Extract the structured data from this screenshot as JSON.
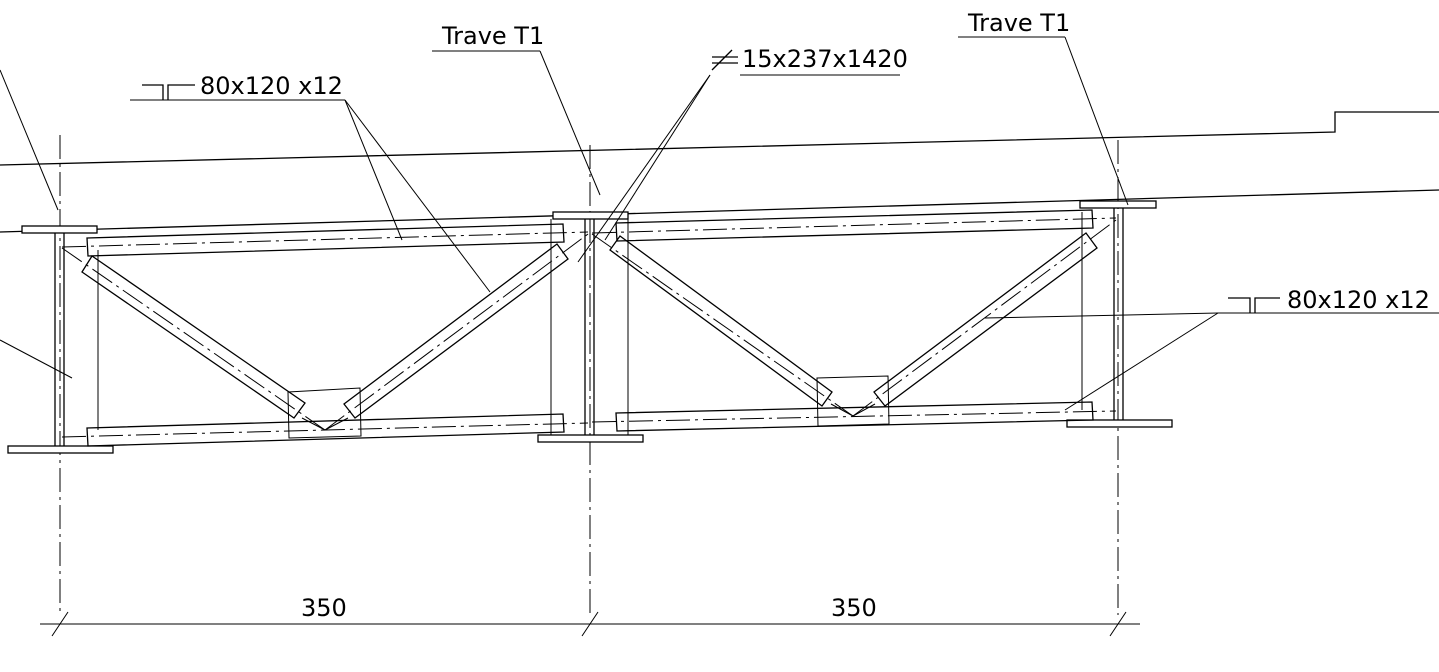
{
  "labels": {
    "trave_left": "Trave T1",
    "trave_right": "Trave T1",
    "angle_left": "80x120 x12",
    "plate": "15x237x1420",
    "angle_right": "80x120 x12"
  },
  "dimensions": {
    "span_left": "350",
    "span_right": "350"
  }
}
